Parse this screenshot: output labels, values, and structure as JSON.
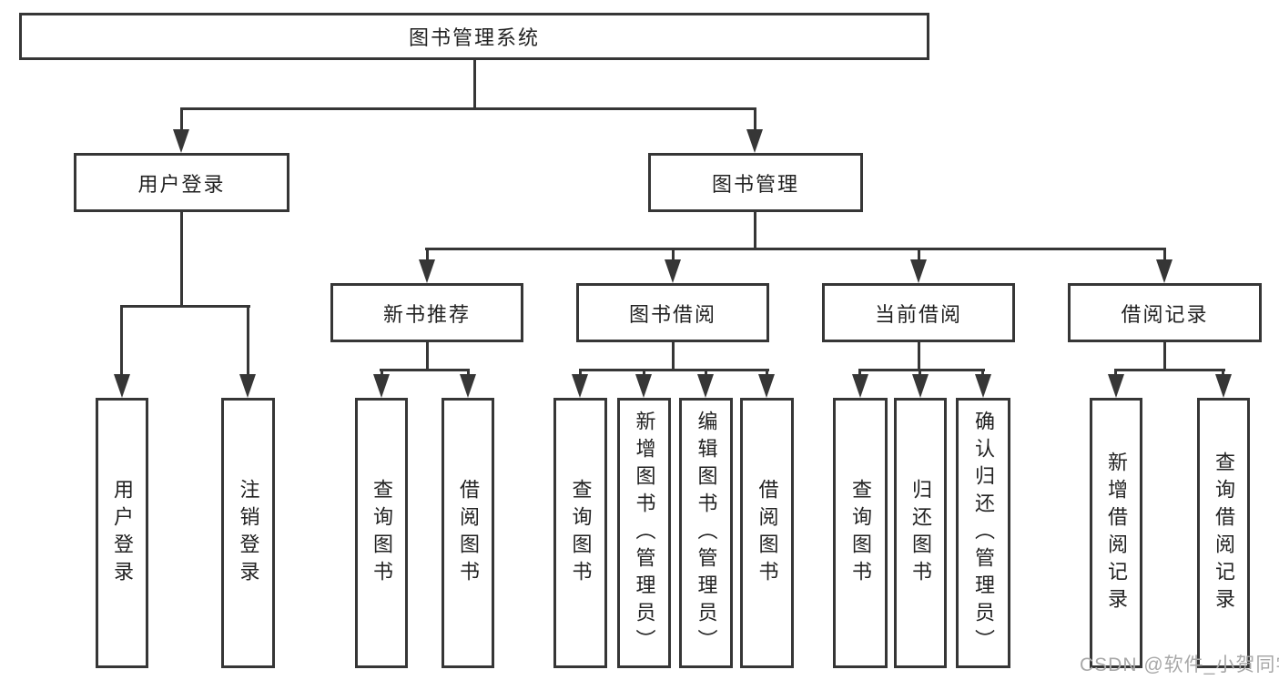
{
  "root": {
    "label": "图书管理系统"
  },
  "login": {
    "label": "用户登录",
    "children": [
      {
        "label": "用户登录"
      },
      {
        "label": "注销登录"
      }
    ]
  },
  "manage": {
    "label": "图书管理",
    "sections": [
      {
        "label": "新书推荐",
        "children": [
          {
            "label": "查询图书"
          },
          {
            "label": "借阅图书"
          }
        ]
      },
      {
        "label": "图书借阅",
        "children": [
          {
            "label": "查询图书"
          },
          {
            "label": "新增图书（管理员）"
          },
          {
            "label": "编辑图书（管理员）"
          },
          {
            "label": "借阅图书"
          }
        ]
      },
      {
        "label": "当前借阅",
        "children": [
          {
            "label": "查询图书"
          },
          {
            "label": "归还图书"
          },
          {
            "label": "确认归还（管理员）"
          }
        ]
      },
      {
        "label": "借阅记录",
        "children": [
          {
            "label": "新增借阅记录"
          },
          {
            "label": "查询借阅记录"
          }
        ]
      }
    ]
  },
  "watermark": {
    "text": "CSDN @软件_小贺同学"
  }
}
